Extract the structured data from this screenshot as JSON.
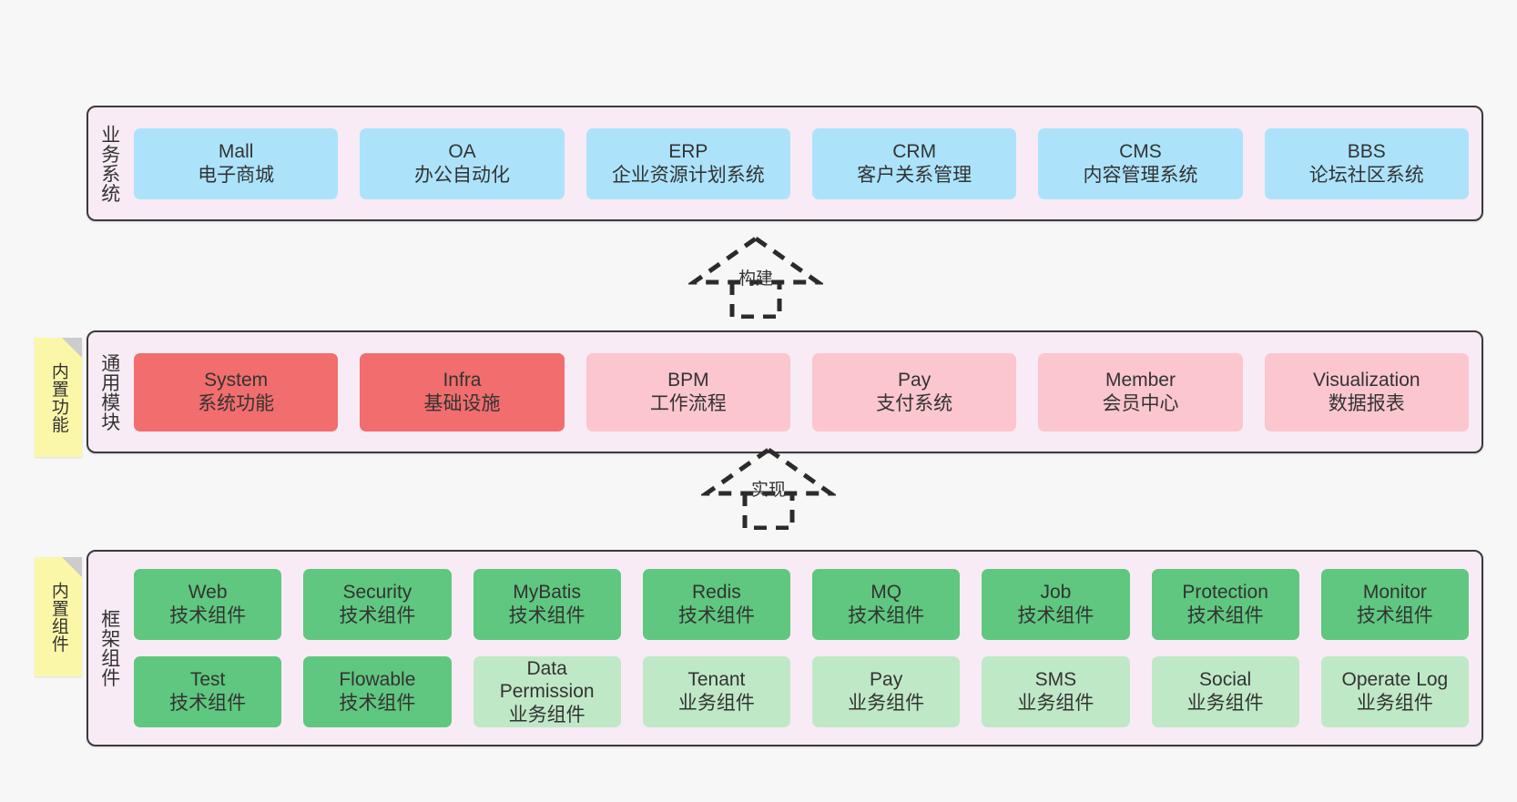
{
  "diagram": {
    "background": "#f7f7f7",
    "layer_fill": "#f8ebf5",
    "layer_border": "#3a3a3a",
    "note_fill": "#fbf7a8",
    "colors": {
      "business": "#ace3fb",
      "module_core": "#f26d6d",
      "module_other": "#fbc6ce",
      "component_tech": "#5fc77f",
      "component_biz": "#bfe8c7"
    }
  },
  "layers": [
    {
      "id": "business-system",
      "title": "业务系统",
      "rows": [
        {
          "items": [
            {
              "en": "Mall",
              "cn": "电子商城",
              "color": "blue"
            },
            {
              "en": "OA",
              "cn": "办公自动化",
              "color": "blue"
            },
            {
              "en": "ERP",
              "cn": "企业资源计划系统",
              "color": "blue"
            },
            {
              "en": "CRM",
              "cn": "客户关系管理",
              "color": "blue"
            },
            {
              "en": "CMS",
              "cn": "内容管理系统",
              "color": "blue"
            },
            {
              "en": "BBS",
              "cn": "论坛社区系统",
              "color": "blue"
            }
          ]
        }
      ]
    },
    {
      "id": "common-module",
      "title": "通用模块",
      "note": "内置功能",
      "rows": [
        {
          "items": [
            {
              "en": "System",
              "cn": "系统功能",
              "color": "red"
            },
            {
              "en": "Infra",
              "cn": "基础设施",
              "color": "red"
            },
            {
              "en": "BPM",
              "cn": "工作流程",
              "color": "pink"
            },
            {
              "en": "Pay",
              "cn": "支付系统",
              "color": "pink"
            },
            {
              "en": "Member",
              "cn": "会员中心",
              "color": "pink"
            },
            {
              "en": "Visualization",
              "cn": "数据报表",
              "color": "pink"
            }
          ]
        }
      ]
    },
    {
      "id": "framework-component",
      "title": "框架组件",
      "note": "内置组件",
      "rows": [
        {
          "items": [
            {
              "en": "Web",
              "cn": "技术组件",
              "color": "green"
            },
            {
              "en": "Security",
              "cn": "技术组件",
              "color": "green"
            },
            {
              "en": "MyBatis",
              "cn": "技术组件",
              "color": "green"
            },
            {
              "en": "Redis",
              "cn": "技术组件",
              "color": "green"
            },
            {
              "en": "MQ",
              "cn": "技术组件",
              "color": "green"
            },
            {
              "en": "Job",
              "cn": "技术组件",
              "color": "green"
            },
            {
              "en": "Protection",
              "cn": "技术组件",
              "color": "green"
            },
            {
              "en": "Monitor",
              "cn": "技术组件",
              "color": "green"
            }
          ]
        },
        {
          "items": [
            {
              "en": "Test",
              "cn": "技术组件",
              "color": "green"
            },
            {
              "en": "Flowable",
              "cn": "技术组件",
              "color": "green"
            },
            {
              "en": "Data\nPermission",
              "cn": "业务组件",
              "color": "lightgreen"
            },
            {
              "en": "Tenant",
              "cn": "业务组件",
              "color": "lightgreen"
            },
            {
              "en": "Pay",
              "cn": "业务组件",
              "color": "lightgreen"
            },
            {
              "en": "SMS",
              "cn": "业务组件",
              "color": "lightgreen"
            },
            {
              "en": "Social",
              "cn": "业务组件",
              "color": "lightgreen"
            },
            {
              "en": "Operate Log",
              "cn": "业务组件",
              "color": "lightgreen"
            }
          ]
        }
      ]
    }
  ],
  "connectors": [
    {
      "id": "build",
      "label": "构建"
    },
    {
      "id": "implement",
      "label": "实现"
    }
  ]
}
